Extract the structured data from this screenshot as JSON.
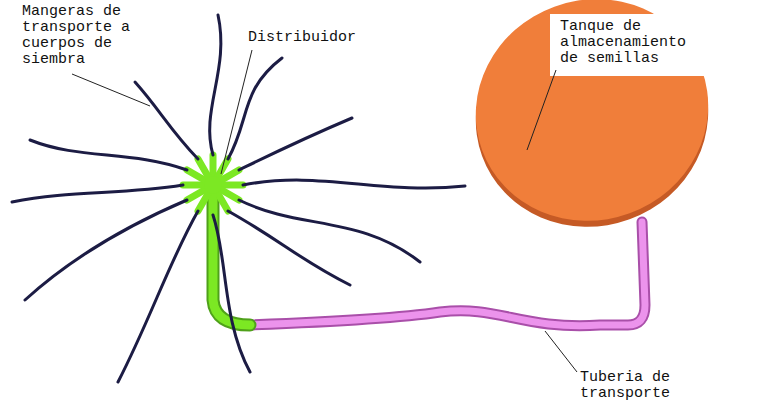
{
  "diagram": {
    "labels": [
      "Mangeras de transporte a cuerpos de siembra",
      "Distribuidor",
      "Tanque de almacenamiento de semillas",
      "Tuberia de transporte"
    ]
  }
}
